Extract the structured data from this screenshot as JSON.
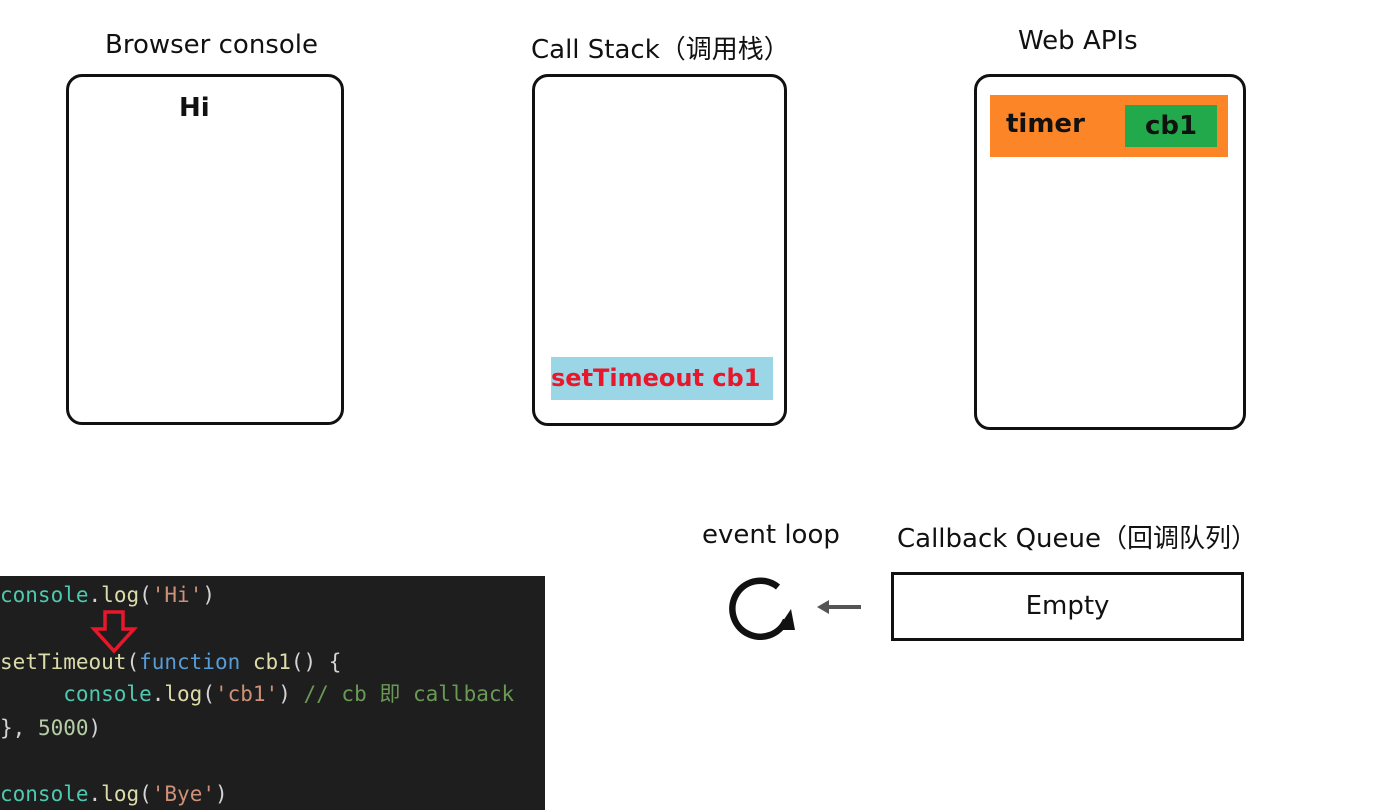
{
  "sections": {
    "browser_console": {
      "title": "Browser console",
      "output": [
        "Hi"
      ]
    },
    "call_stack": {
      "title": "Call Stack（调用栈）",
      "frames": [
        "setTimeout cb1"
      ]
    },
    "web_apis": {
      "title": "Web APIs",
      "timer_label": "timer",
      "callback_label": "cb1"
    },
    "event_loop": {
      "title": "event loop",
      "icon": "refresh-loop-icon"
    },
    "callback_queue": {
      "title": "Callback Queue（回调队列）",
      "content": "Empty"
    }
  },
  "code": {
    "lines": [
      [
        [
          "c-obj",
          "console"
        ],
        [
          "c-plain",
          "."
        ],
        [
          "c-func",
          "log"
        ],
        [
          "c-plain",
          "("
        ],
        [
          "c-str",
          "'Hi'"
        ],
        [
          "c-plain",
          ")"
        ]
      ],
      [],
      [
        [
          "c-func",
          "setTimeout"
        ],
        [
          "c-plain",
          "("
        ],
        [
          "c-kw",
          "function"
        ],
        [
          "c-plain",
          " "
        ],
        [
          "c-func",
          "cb1"
        ],
        [
          "c-plain",
          "() {"
        ]
      ],
      [
        [
          "c-plain",
          "     "
        ],
        [
          "c-obj",
          "console"
        ],
        [
          "c-plain",
          "."
        ],
        [
          "c-func",
          "log"
        ],
        [
          "c-plain",
          "("
        ],
        [
          "c-str",
          "'cb1'"
        ],
        [
          "c-plain",
          ") "
        ],
        [
          "c-com",
          "// cb 即 callback"
        ]
      ],
      [
        [
          "c-plain",
          "}, "
        ],
        [
          "c-num",
          "5000"
        ],
        [
          "c-plain",
          ")"
        ]
      ],
      [],
      [
        [
          "c-obj",
          "console"
        ],
        [
          "c-plain",
          "."
        ],
        [
          "c-func",
          "log"
        ],
        [
          "c-plain",
          "("
        ],
        [
          "c-str",
          "'Bye'"
        ],
        [
          "c-plain",
          ")"
        ]
      ]
    ],
    "current_line_marker": "arrow-down-icon"
  },
  "colors": {
    "stack_frame_bg": "#9bd6e6",
    "stack_frame_text": "#e8172b",
    "timer_bg": "#fb8527",
    "callback_chip_bg": "#21a94b",
    "pointer_arrow": "#e8172b",
    "code_bg": "#1e1e1e"
  }
}
